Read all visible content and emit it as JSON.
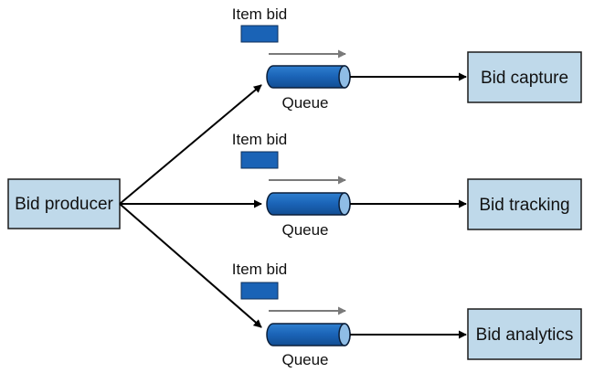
{
  "producer": {
    "label": "Bid producer"
  },
  "lanes": [
    {
      "item_label": "Item bid",
      "queue_label": "Queue",
      "consumer_label": "Bid capture"
    },
    {
      "item_label": "Item bid",
      "queue_label": "Queue",
      "consumer_label": "Bid tracking"
    },
    {
      "item_label": "Item bid",
      "queue_label": "Queue",
      "consumer_label": "Bid analytics"
    }
  ],
  "colors": {
    "box_fill": "#bfd9ea",
    "box_stroke": "#1b1b1b",
    "item_fill": "#1a63b6",
    "queue_fill": "#1a63b6",
    "queue_cap": "#8fbde6",
    "flow_arrow": "#7a7a7a",
    "line": "#000000"
  }
}
